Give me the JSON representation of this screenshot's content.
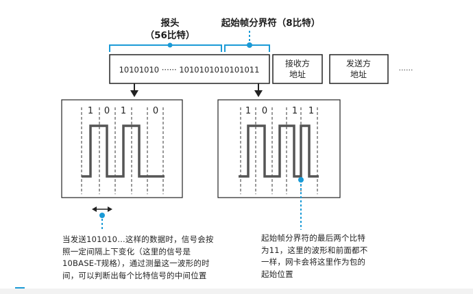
{
  "header_label": {
    "line1": "报头",
    "line2": "（56比特）"
  },
  "sfd_label": "起始帧分界符（8比特）",
  "frame": {
    "bits": "10101010 ······ 1010101010101011",
    "dest_addr": [
      "接收方",
      "地址"
    ],
    "src_addr": [
      "发送方",
      "地址"
    ],
    "ellipsis": "······"
  },
  "left_wave": {
    "bits": [
      "1",
      "0",
      "1",
      "0"
    ]
  },
  "right_wave": {
    "bits": [
      "1",
      "0",
      "1",
      "1"
    ]
  },
  "captions": {
    "left": [
      "当发送101010…这样的数据时，信号会按",
      "照一定间隔上下变化（这里的信号是",
      "10BASE-T规格），通过测量这一波形的时",
      "间，可以判断出每个比特信号的中间位置"
    ],
    "right": [
      "起始帧分界符的最后两个比特",
      "为11，这里的波形和前面都不",
      "一样，网卡会将这里作为包的",
      "起始位置"
    ]
  },
  "colors": {
    "accent": "#1a9ad6",
    "stroke": "#222222",
    "wave": "#555555",
    "header_text": "#1a1a1a"
  }
}
